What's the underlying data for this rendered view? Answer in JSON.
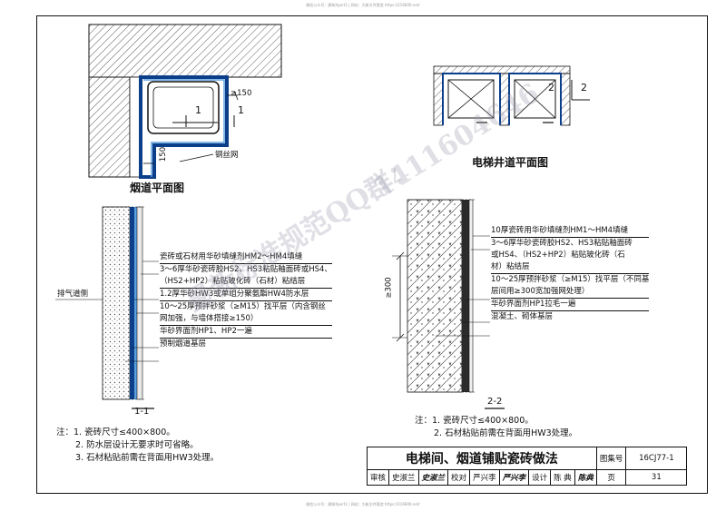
{
  "header_note": "微信公众号：建筑Xpert1 | 网站：大新文件营造 https://216800.net/",
  "footer_note": "微信公众号：建筑Xpert1 | 网站：大新文件营造 https://216800.net/",
  "plan_flue": {
    "title": "烟道平面图",
    "section_label": "1",
    "dim_150_right": "≥150",
    "dim_150_bottom": "150",
    "mesh_label": "钢丝网"
  },
  "plan_elevator": {
    "title": "电梯井道平面图",
    "section_label": "2"
  },
  "section_1": {
    "title": "1-1",
    "side_label": "排气道侧",
    "layers": [
      "瓷砖或石材用华砂填缝剂HM2～HM4填缝",
      "3～6厚华砂瓷砖胶HS2、HS3粘贴釉面砖或HS4、",
      "（HS2+HP2）粘贴玻化砖（石材）粘结层",
      "1.2厚华砂HW3或单组分聚氨酯HW4防水层",
      "10～25厚预拌砂浆（≥M15）找平层（内含钢丝",
      "网加强，与墙体搭接≥150）",
      "华砂界面剂HP1、HP2一遍",
      "预制烟道基层"
    ]
  },
  "section_2": {
    "title": "2-2",
    "dim": "≥300",
    "layers": [
      "10厚瓷砖用华砂填缝剂HM1～HM4填缝",
      "3～6厚华砂瓷砖胶HS2、HS3粘贴釉面砖",
      "或HS4、（HS2+HP2）粘贴玻化砖（石",
      "材）粘结层",
      "10～25厚预拌砂浆（≥M15）找平层（不同基",
      "层间用≥300宽加强网处理）",
      "华砂界面剂HP1拉毛一遍",
      "混凝土、砌体基层"
    ]
  },
  "notes_left": [
    "注：1. 瓷砖尺寸≤400×800。",
    "2. 防水层设计无要求时可省略。",
    "3. 石材粘贴前需在背面用HW3处理。"
  ],
  "notes_right": [
    "注：1. 瓷砖尺寸≤400×800。",
    "2. 石材粘贴前需在背面用HW3处理。"
  ],
  "title_block": {
    "drawing_title": "电梯间、烟道铺贴瓷砖做法",
    "atlas_label": "图集号",
    "atlas_no": "16CJ77-1",
    "review_label": "审核",
    "reviewer": "史淑兰",
    "reviewer_sig": "史淑兰",
    "check_label": "校对",
    "checker": "严兴李",
    "checker_sig": "严兴李",
    "design_label": "设计",
    "designer": "陈 典",
    "designer_sig": "陈典",
    "page_label": "页",
    "page_no": "31"
  },
  "watermark": {
    "line1": "最新标准规范QQ群：",
    "line2": "1411604646"
  }
}
